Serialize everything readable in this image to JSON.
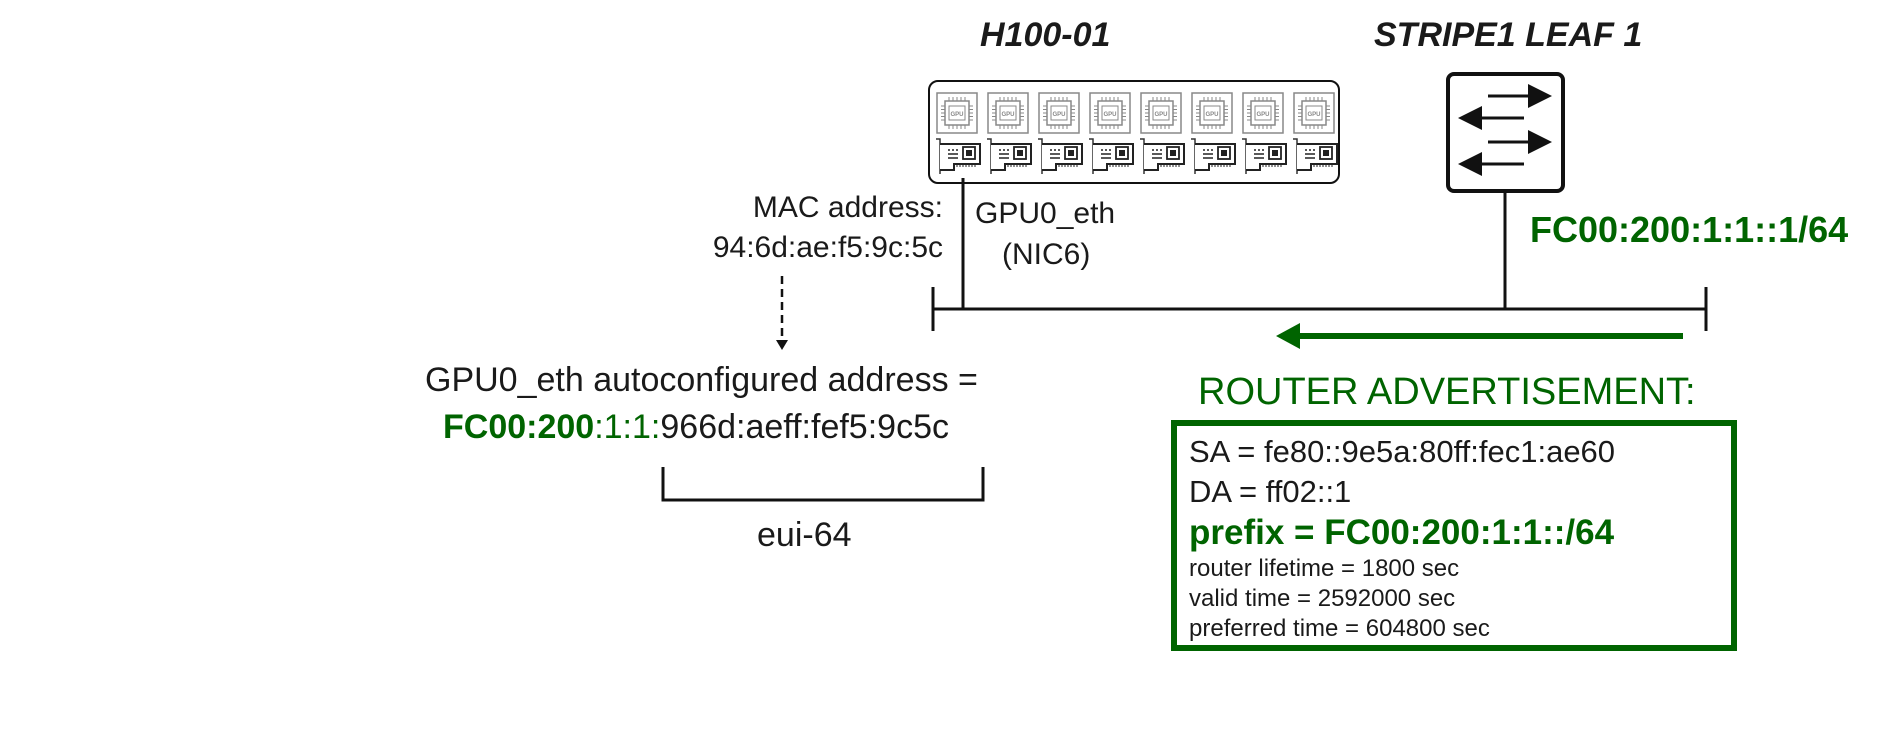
{
  "server": {
    "title": "H100-01",
    "gpu_count": 8,
    "gpu_chip_label": "GPU",
    "nic_label": "GPU0_eth",
    "nic_sub_label": "(NIC6)"
  },
  "switch": {
    "title": "STRIPE1 LEAF 1",
    "interface_address": "FC00:200:1:1::1/64"
  },
  "mac": {
    "label": "MAC address:",
    "value": "94:6d:ae:f5:9c:5c"
  },
  "autoconfig": {
    "line1": "GPU0_eth autoconfigured address =",
    "prefix_bold": "FC00:200",
    "prefix_regular": ":1:1:",
    "interface_id": "966d:aeff:fef5:9c5c",
    "bracket_label": "eui-64"
  },
  "router_advertisement": {
    "title": "ROUTER ADVERTISEMENT:",
    "sa": "SA = fe80::9e5a:80ff:fec1:ae60",
    "da": "DA = ff02::1",
    "prefix": "prefix = FC00:200:1:1::/64",
    "router_lifetime": "router lifetime = 1800 sec",
    "valid_time": "valid time = 2592000 sec",
    "preferred_time": "preferred time = 604800 sec"
  },
  "colors": {
    "accent_green": "#006400",
    "line_black": "#111111",
    "gpu_gray": "#888888"
  }
}
